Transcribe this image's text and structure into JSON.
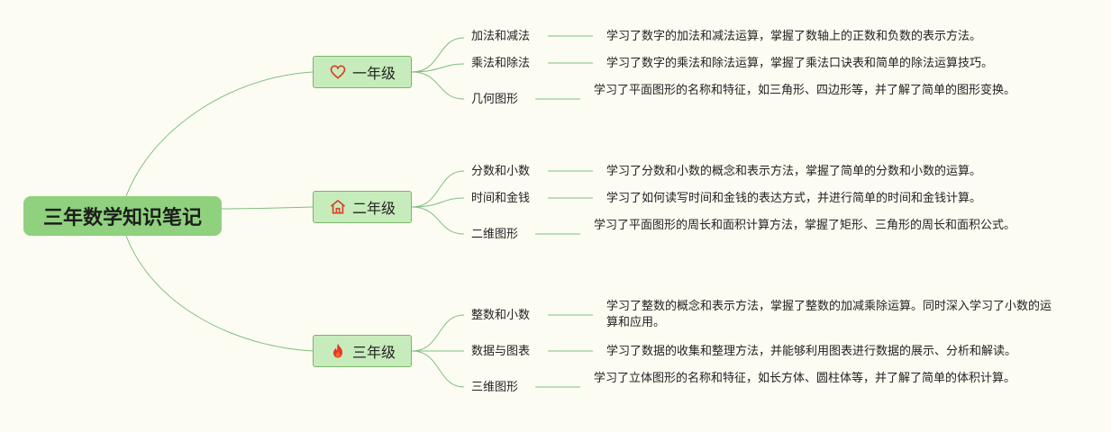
{
  "root": {
    "title": "三年数学知识笔记"
  },
  "grades": [
    {
      "label": "一年级",
      "icon": "heart-icon",
      "topics": [
        {
          "label": "加法和减法",
          "desc": "学习了数字的加法和减法运算，掌握了数轴上的正数和负数的表示方法。"
        },
        {
          "label": "乘法和除法",
          "desc": "学习了数字的乘法和除法运算，掌握了乘法口诀表和简单的除法运算技巧。"
        },
        {
          "label": "几何图形",
          "desc": "学习了平面图形的名称和特征，如三角形、四边形等，并了解了简单的图形变换。"
        }
      ]
    },
    {
      "label": "二年级",
      "icon": "house-icon",
      "topics": [
        {
          "label": "分数和小数",
          "desc": "学习了分数和小数的概念和表示方法，掌握了简单的分数和小数的运算。"
        },
        {
          "label": "时间和金钱",
          "desc": "学习了如何读写时间和金钱的表达方式，并进行简单的时间和金钱计算。"
        },
        {
          "label": "二维图形",
          "desc": "学习了平面图形的周长和面积计算方法，掌握了矩形、三角形的周长和面积公式。"
        }
      ]
    },
    {
      "label": "三年级",
      "icon": "fire-icon",
      "topics": [
        {
          "label": "整数和小数",
          "desc": "学习了整数的概念和表示方法，掌握了整数的加减乘除运算。同时深入学习了小数的运算和应用。"
        },
        {
          "label": "数据与图表",
          "desc": "学习了数据的收集和整理方法，并能够利用图表进行数据的展示、分析和解读。"
        },
        {
          "label": "三维图形",
          "desc": "学习了立体图形的名称和特征，如长方体、圆柱体等，并了解了简单的体积计算。"
        }
      ]
    }
  ],
  "colors": {
    "background": "#fdfcf2",
    "root": "#8fd17e",
    "grade_fill": "#c7ecbb",
    "grade_border": "#7ab56b",
    "connector": "#7fbf7f",
    "icon_red": "#d8402a",
    "fire_orange": "#f06a1c"
  }
}
